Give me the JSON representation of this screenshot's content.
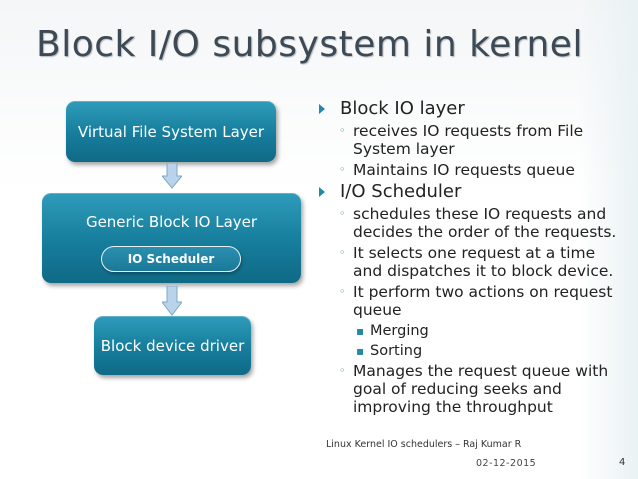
{
  "slide": {
    "title": "Block I/O subsystem in kernel",
    "footer": "Linux Kernel IO schedulers – Raj Kumar R",
    "date": "02-12-2015",
    "page_number": "4"
  },
  "diagram": {
    "vfs_layer": "Virtual File System Layer",
    "generic_block_layer": "Generic Block IO Layer",
    "io_scheduler": "IO Scheduler",
    "block_device_driver": "Block device driver"
  },
  "bullets": [
    {
      "text": "Block IO layer",
      "sub": [
        {
          "text": "receives IO requests from File System layer"
        },
        {
          "text": "Maintains IO requests queue"
        }
      ]
    },
    {
      "text": "I/O Scheduler",
      "sub": [
        {
          "text": "schedules these IO requests and decides the order of the requests."
        },
        {
          "text": "It selects one request at a time and dispatches it to block device."
        },
        {
          "text": "It perform two actions on request queue",
          "sub": [
            {
              "text": "Merging"
            },
            {
              "text": "Sorting"
            }
          ]
        },
        {
          "text": "Manages the request queue with goal of reducing seeks and improving the throughput"
        }
      ]
    }
  ],
  "colors": {
    "box": "#167d9c",
    "arrow": "#b9d3ea",
    "bullet_marker": "#2687a6",
    "title": "#3d4a55"
  },
  "icons": {
    "level1_marker": "triangle-bullet-icon",
    "level2_marker": "ring-bullet-icon",
    "level3_marker": "dot-bullet-icon",
    "flow_arrow": "down-arrow-icon"
  }
}
